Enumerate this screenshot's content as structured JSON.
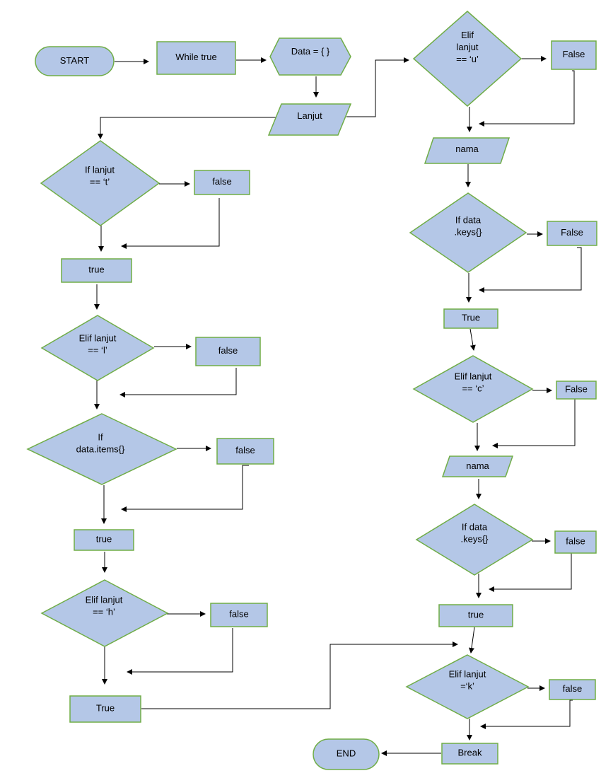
{
  "colors": {
    "fill": "#b4c7e7",
    "stroke": "#70ad47",
    "edge": "#000000"
  },
  "nodes": {
    "start": [
      "START"
    ],
    "while_true": [
      "While true"
    ],
    "data_init": [
      "Data = { }"
    ],
    "lanjut_input": [
      "Lanjut"
    ],
    "if_t": [
      "If lanjut",
      "== ‘t’"
    ],
    "false_t": [
      "false"
    ],
    "true_t": [
      "true"
    ],
    "elif_l": [
      "Elif lanjut",
      "== ‘l’"
    ],
    "false_l": [
      "false"
    ],
    "if_items": [
      "If",
      "data.items{}"
    ],
    "false_items": [
      "false"
    ],
    "true_items": [
      "true"
    ],
    "elif_h": [
      "Elif lanjut",
      "== ‘h’"
    ],
    "false_h": [
      "false"
    ],
    "true_h": [
      "True"
    ],
    "elif_u": [
      "Elif",
      "lanjut",
      "== ‘u’"
    ],
    "false_u": [
      "False"
    ],
    "nama_u": [
      "nama"
    ],
    "if_keys_u": [
      "If data",
      ".keys{}"
    ],
    "false_keys_u": [
      "False"
    ],
    "true_keys_u": [
      "True"
    ],
    "elif_c": [
      "Elif lanjut",
      "== ‘c’"
    ],
    "false_c": [
      "False"
    ],
    "nama_c": [
      "nama"
    ],
    "if_keys_c": [
      "If data",
      ".keys{}"
    ],
    "false_keys_c": [
      "false"
    ],
    "true_keys_c": [
      "true"
    ],
    "elif_k": [
      "Elif lanjut",
      "=‘k’"
    ],
    "false_k": [
      "false"
    ],
    "break": [
      "Break"
    ],
    "end": [
      "END"
    ]
  }
}
